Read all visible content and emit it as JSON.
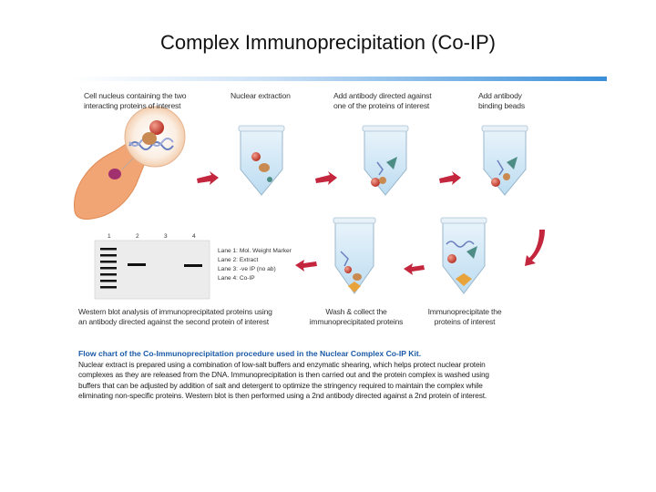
{
  "slide": {
    "title": "Complex Immunoprecipitation (Co-IP)"
  },
  "steps": {
    "cell": "Cell nucleus containing the two\ninteracting proteins of interest",
    "extraction": "Nuclear extraction",
    "add_antibody": "Add antibody directed against\none of the proteins of interest",
    "add_beads": "Add antibody\nbinding beads",
    "immunoprecipitate": "Immunoprecipitate the\nproteins of interest",
    "wash": "Wash & collect the\nimmunoprecipitated proteins",
    "western": "Western blot analysis of immunoprecipitated proteins using\nan antibody directed against the second protein of interest"
  },
  "blot": {
    "lane_numbers": [
      "1",
      "2",
      "3",
      "4"
    ],
    "legend": [
      "Lane 1: Mol. Weight Marker",
      "Lane 2: Extract",
      "Lane 3: -ve IP (no ab)",
      "Lane 4: Co-IP"
    ]
  },
  "caption": {
    "title": "Flow chart of the Co-Immunoprecipitation procedure used in the Nuclear Complex Co-IP Kit.",
    "lines": [
      "Nuclear extract is prepared using a combination of low-salt buffers and enzymatic shearing, which helps protect nuclear protein",
      "complexes as they are released from the DNA. Immunoprecipitation is then carried out and the protein complex is washed using",
      "buffers that can be adjusted by addition of salt and detergent to optimize the stringency required to maintain the complex while",
      "eliminating non-specific proteins. Western blot is then performed using a 2nd antibody directed against a 2nd protein of interest."
    ]
  },
  "colors": {
    "arrow": "#c4263e",
    "cell": "#f2a574",
    "nucleus_halo": "#f7dcc4",
    "tube_liquid": "#cfe6f6",
    "caption_title": "#1b5aa8",
    "protein_red": "#cc3b2b",
    "protein_tan": "#c98a52",
    "antibody_teal": "#4d8d86",
    "bead": "#e8a33a"
  }
}
